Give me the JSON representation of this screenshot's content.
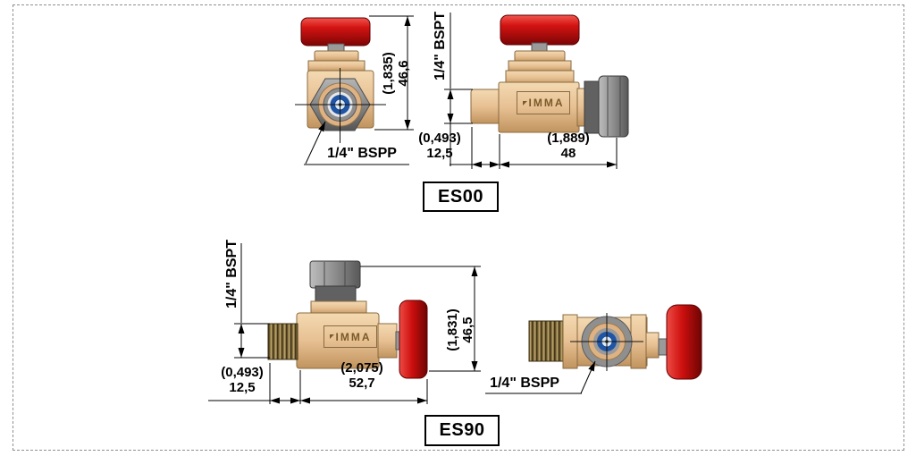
{
  "drawing": {
    "brand": "IMMA",
    "es00": {
      "model": "ES00",
      "height_dim": {
        "inch": "(1,835)",
        "mm": "46,6"
      },
      "outlet_port_label": "1/4\" BSPP",
      "inlet_thread_label": "1/4\" BSPT",
      "inlet_length_dim": {
        "inch": "(0,493)",
        "mm": "12,5"
      },
      "overall_length_dim": {
        "inch": "(1,889)",
        "mm": "48"
      }
    },
    "es90": {
      "model": "ES90",
      "inlet_thread_label": "1/4\" BSPT",
      "inlet_length_dim": {
        "inch": "(0,493)",
        "mm": "12,5"
      },
      "overall_length_dim": {
        "inch": "(2,075)",
        "mm": "52,7"
      },
      "height_dim": {
        "inch": "(1,831)",
        "mm": "46,5"
      },
      "outlet_port_label": "1/4\" BSPP"
    }
  }
}
